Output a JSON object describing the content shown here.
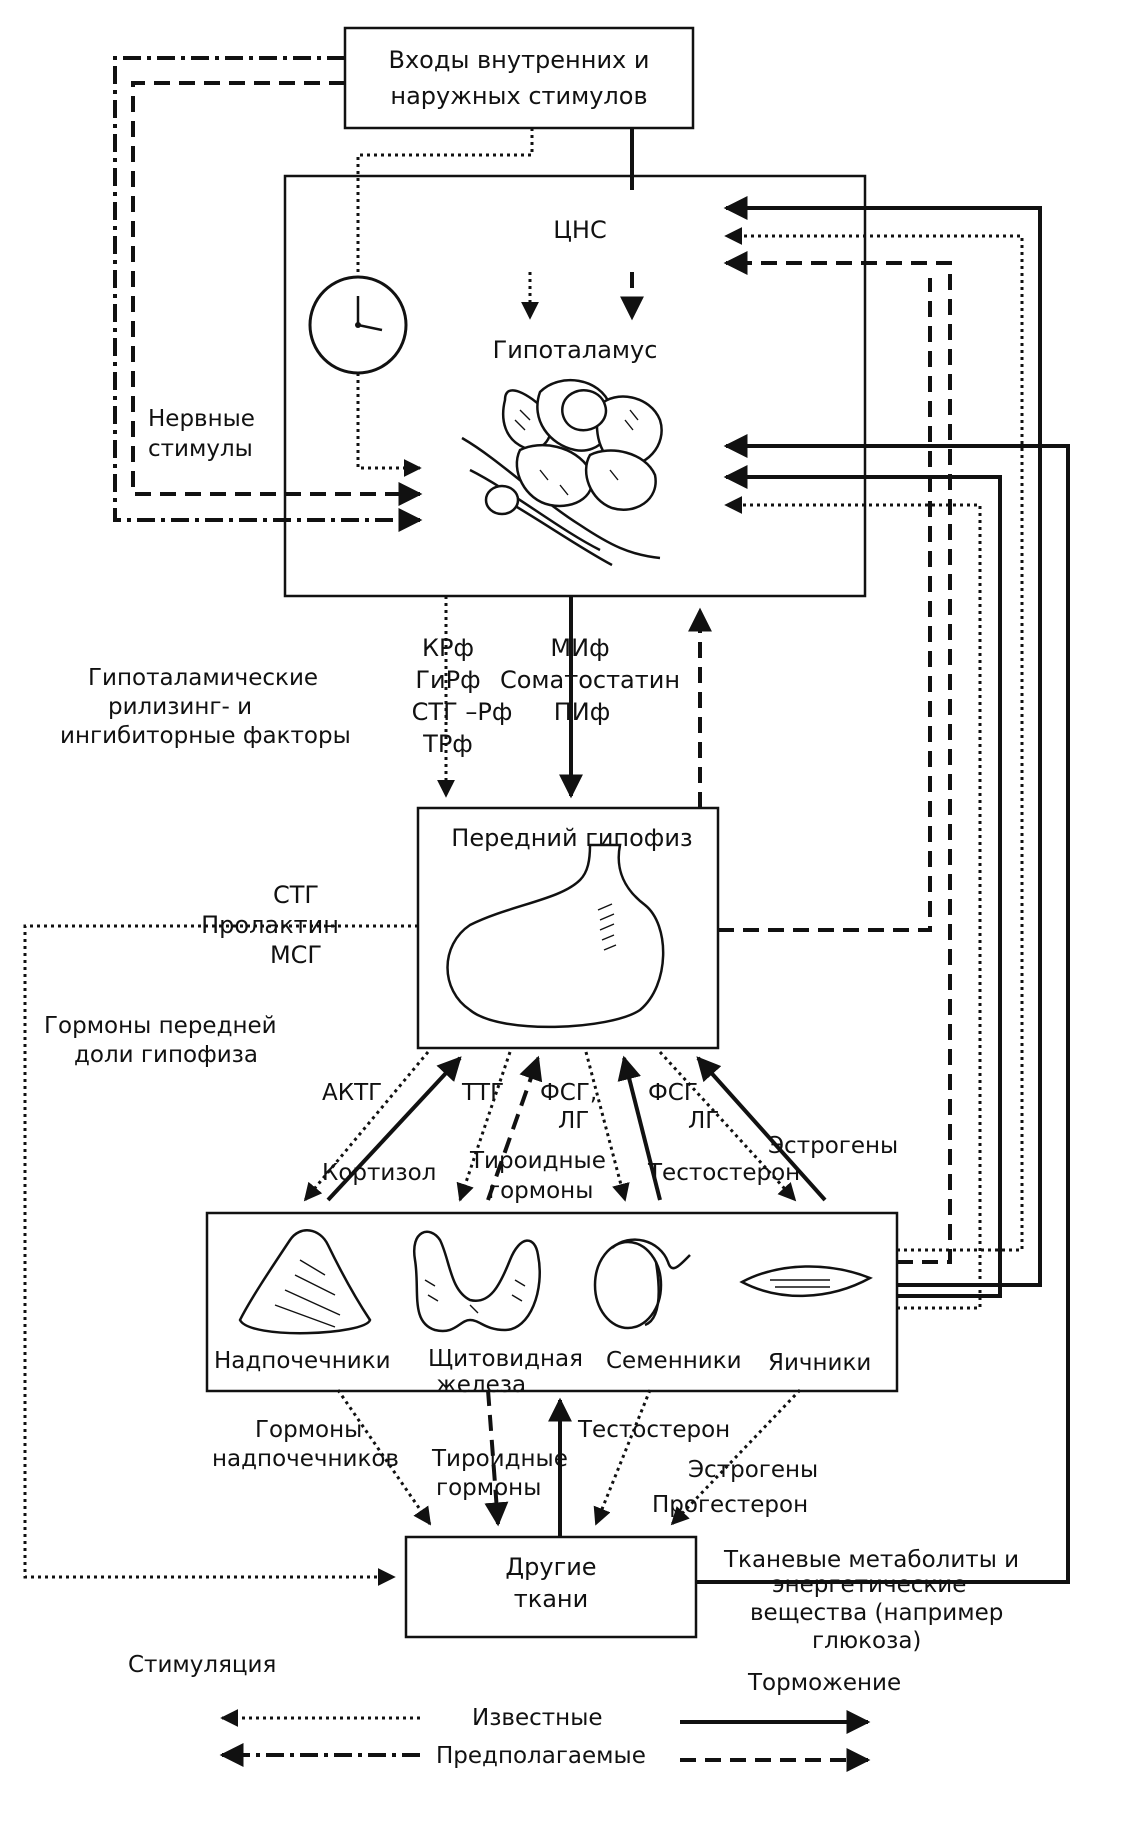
{
  "boxes": {
    "inputs": [
      "Входы внутренних и",
      "наружных стимулов"
    ],
    "cns": "ЦНС",
    "hypothalamus": "Гипоталамус",
    "anterior_pituitary": "Передний гипофиз",
    "other_tissues": [
      "Другие",
      "ткани"
    ]
  },
  "glands": {
    "adrenals": "Надпочечники",
    "thyroid": [
      "Щитовидная",
      "железа"
    ],
    "testes": "Семенники",
    "ovaries": "Яичники"
  },
  "labels": {
    "nerve_stimuli": [
      "Нервные",
      "стимулы"
    ],
    "releasing_factors": [
      "Гипоталамические",
      "рилизинг- и",
      "ингибиторные факторы"
    ],
    "left_factors": [
      "КРф",
      "ГиРф",
      "СТГ –Рф",
      "ТРф"
    ],
    "right_factors": [
      "МИф",
      "Соматостатин",
      "ПИф"
    ],
    "stg_group": [
      "СТГ",
      "Пролактин",
      "МСГ"
    ],
    "anterior_hormones": [
      "Гормоны передней",
      "доли гипофиза"
    ],
    "actg": "АКТГ",
    "cortisol": "Кортизол",
    "ttg": "ТТГ",
    "thyroid_hormones_up": [
      "Тироидные",
      "гормоны"
    ],
    "fsg_lg_1": [
      "ФСГ,",
      "ЛГ"
    ],
    "testosterone_up": "Тестостерон",
    "fsg_lg_2": [
      "ФСГ",
      "ЛГ"
    ],
    "estrogens_up": "Эстрогены",
    "adrenal_hormones": [
      "Гормоны",
      "надпочечников"
    ],
    "thyroid_hormones_down": [
      "Тироидные",
      "гормоны"
    ],
    "testosterone_down": "Тестостерон",
    "estrogens_down": "Эстрогены",
    "progesterone": "Прогестерон",
    "metabolites": [
      "Тканевые метаболиты и",
      "энергетические",
      "вещества  (например",
      "глюкоза)"
    ]
  },
  "legend": {
    "stimulation": "Стимуляция",
    "inhibition": "Торможение",
    "known": "Известные",
    "assumed": "Предполагаемые"
  }
}
